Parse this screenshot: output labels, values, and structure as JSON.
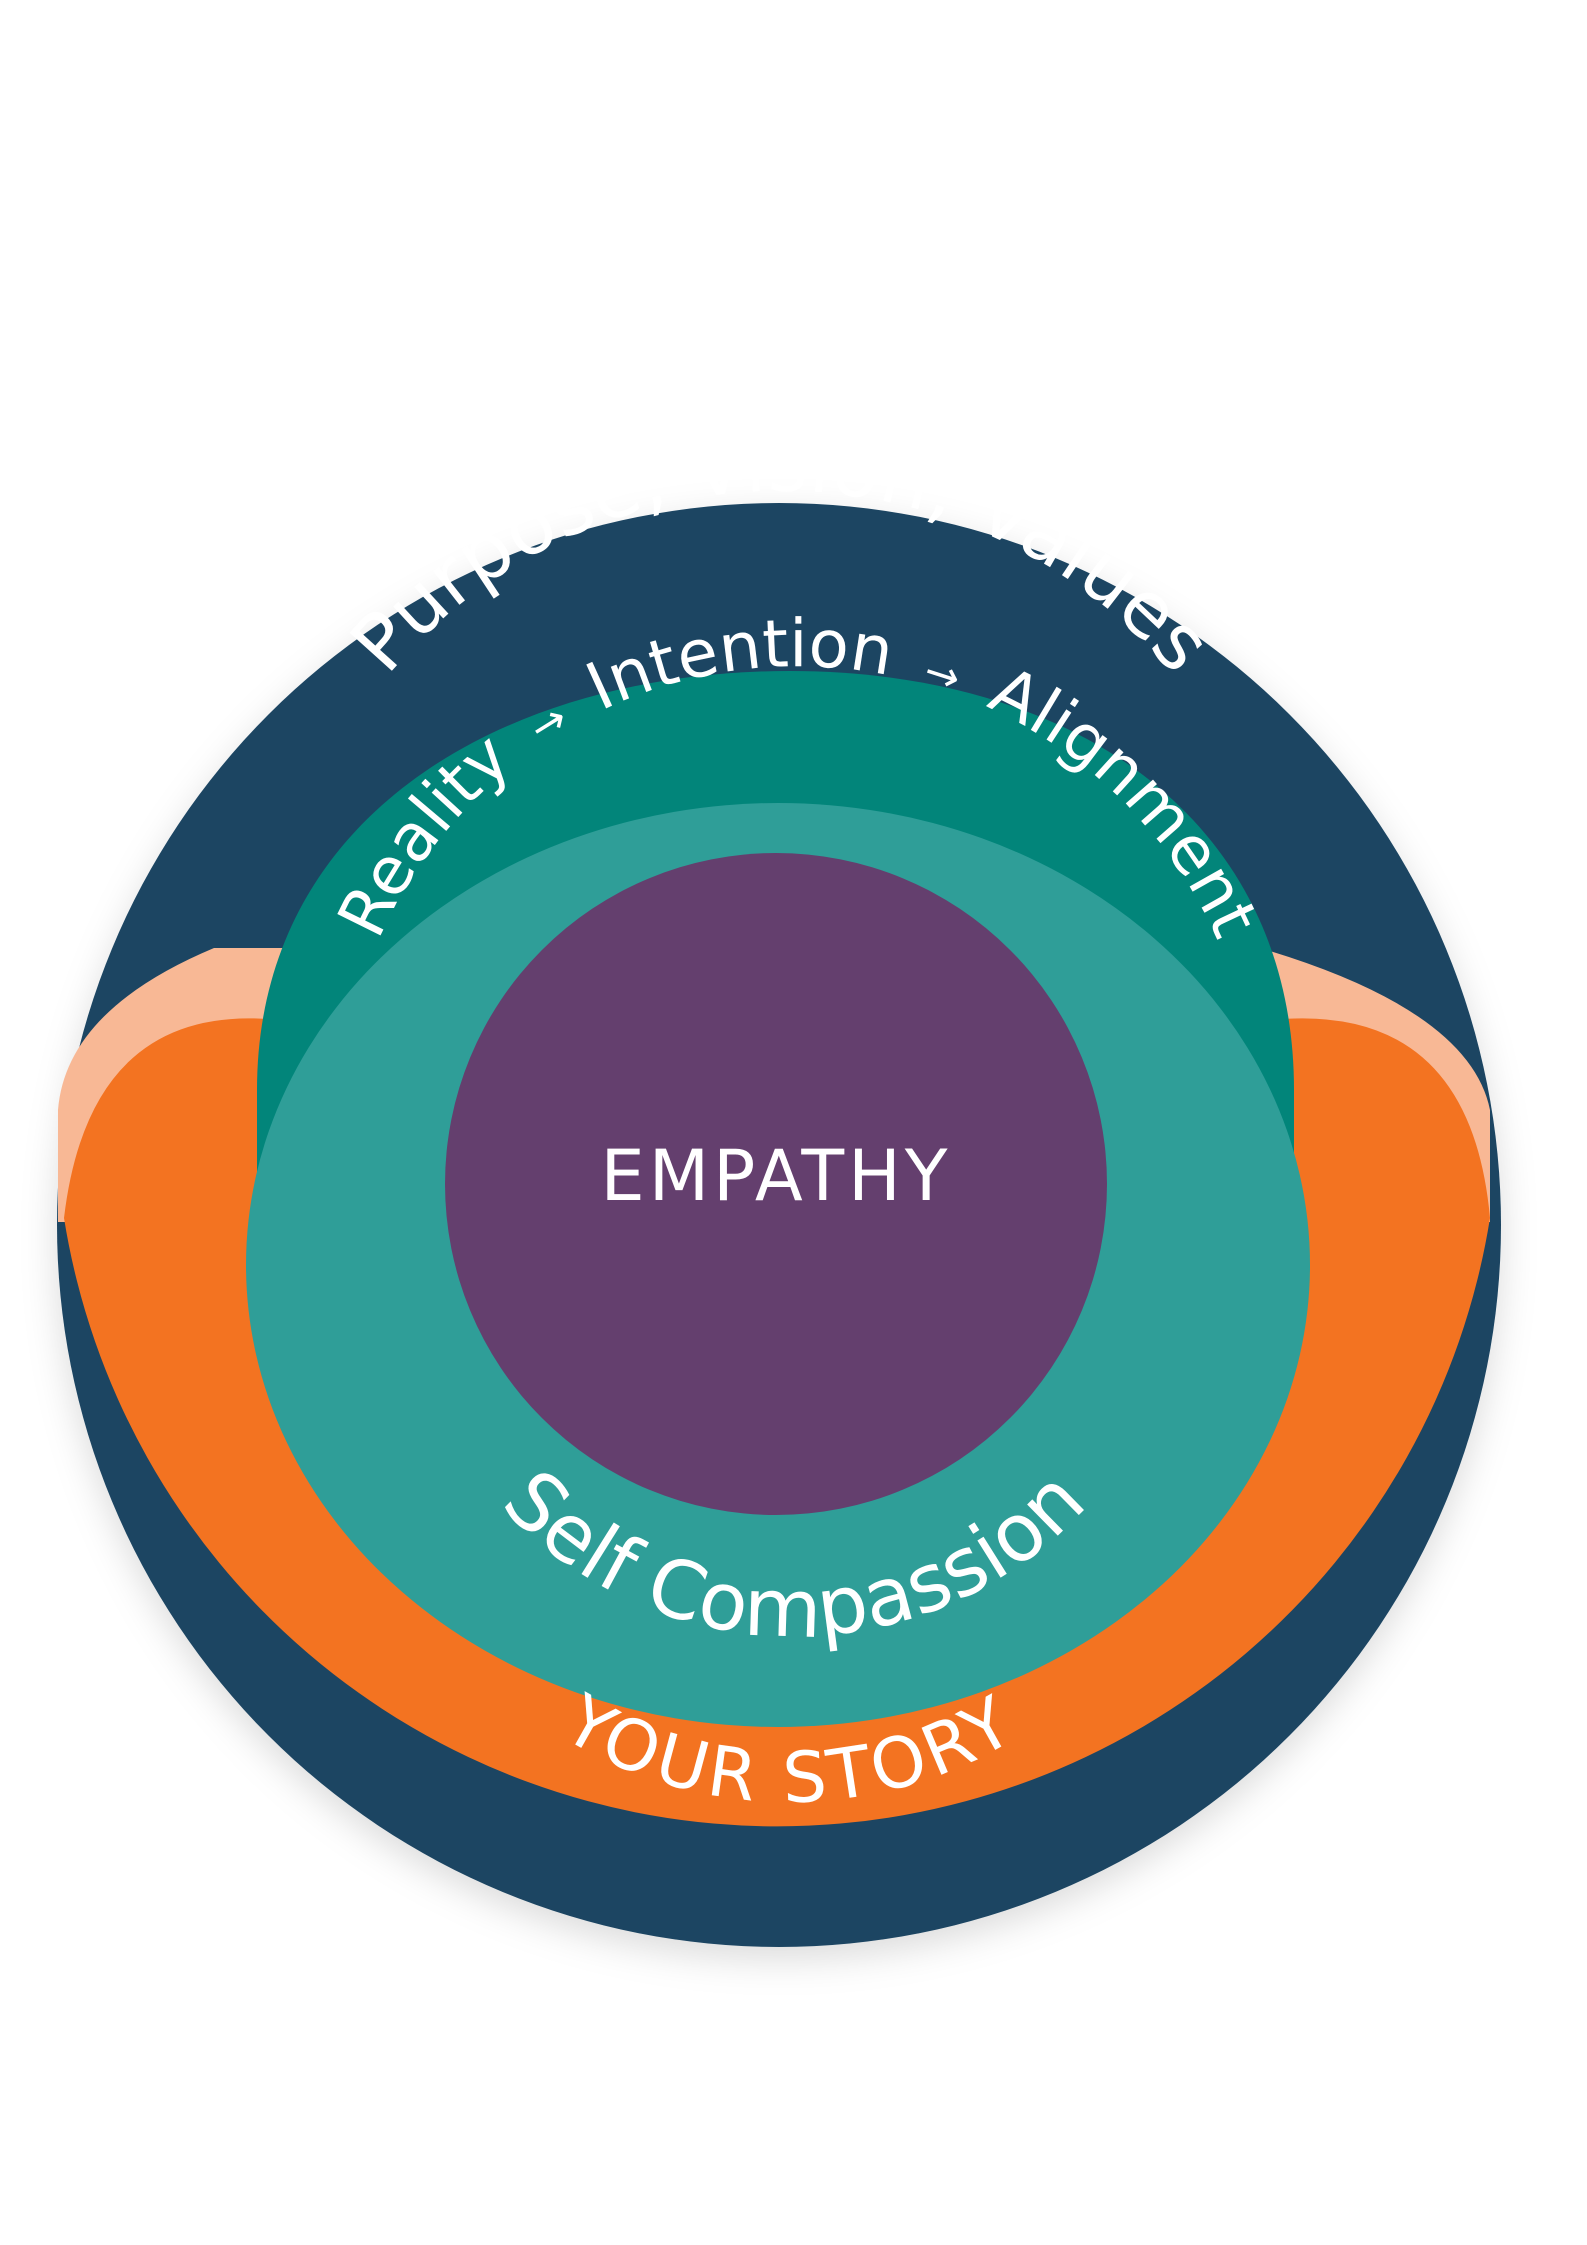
{
  "diagram": {
    "outer_top_label": "Purpose, Vision,  Values",
    "middle_arc_parts": [
      "Reality",
      "→",
      "Intention",
      "→",
      "Alignment"
    ],
    "center_label": "EMPATHY",
    "inner_bottom_label": "Self Compassion",
    "outer_bottom_label": "YOUR STORY"
  },
  "colors": {
    "background": "#ffffff",
    "navy": "#1b4562",
    "orange": "#f37321",
    "peach": "#f8b895",
    "teal_dark": "#02857a",
    "teal": "#2f9e98",
    "teal_light": "#88c9c2",
    "purple": "#643f6e",
    "text": "#ffffff"
  }
}
